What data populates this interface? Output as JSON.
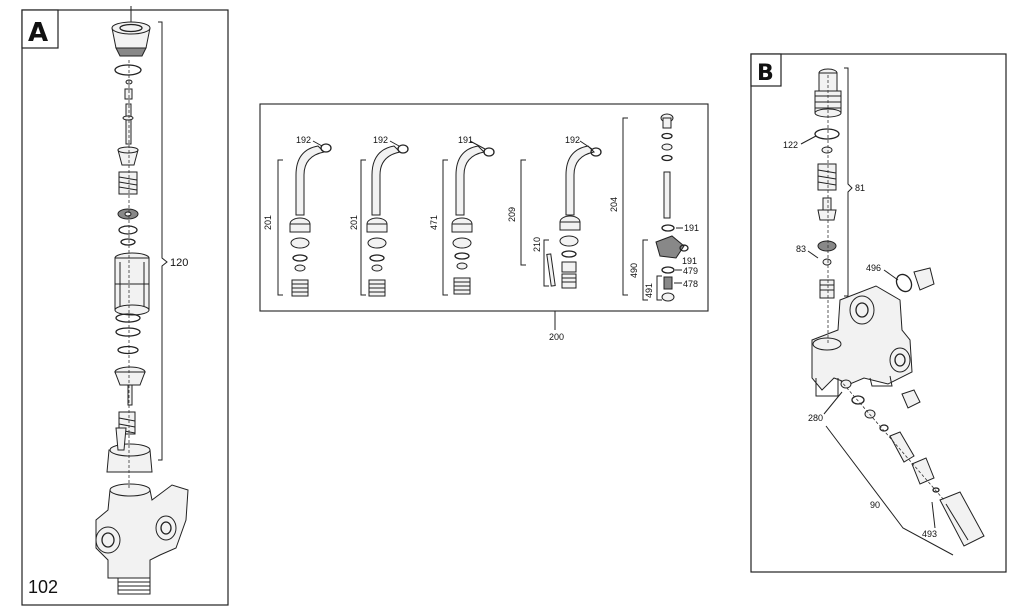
{
  "panel_a": {
    "letter": "A",
    "figure_number": "102",
    "group_label": "120"
  },
  "panel_b": {
    "letter": "B",
    "labels": {
      "l122": "122",
      "l81": "81",
      "l83": "83",
      "l496": "496",
      "l280": "280",
      "l90": "90",
      "l493": "493"
    }
  },
  "center_box": {
    "group_label": "200",
    "columns": [
      {
        "top_label": "192",
        "side_label": "201"
      },
      {
        "top_label": "192",
        "side_label": "201"
      },
      {
        "top_label": "191",
        "side_label": "471"
      },
      {
        "top_label": "192",
        "side_label": "209",
        "extra_label": "210"
      }
    ],
    "fifth": {
      "side_label": "204",
      "l191a": "191",
      "l191b": "191",
      "l479": "479",
      "l478": "478",
      "l490": "490",
      "l491": "491"
    }
  },
  "colors": {
    "line": "#222222",
    "part_fill": "#f2f2f2",
    "dark_fill": "#888888"
  }
}
